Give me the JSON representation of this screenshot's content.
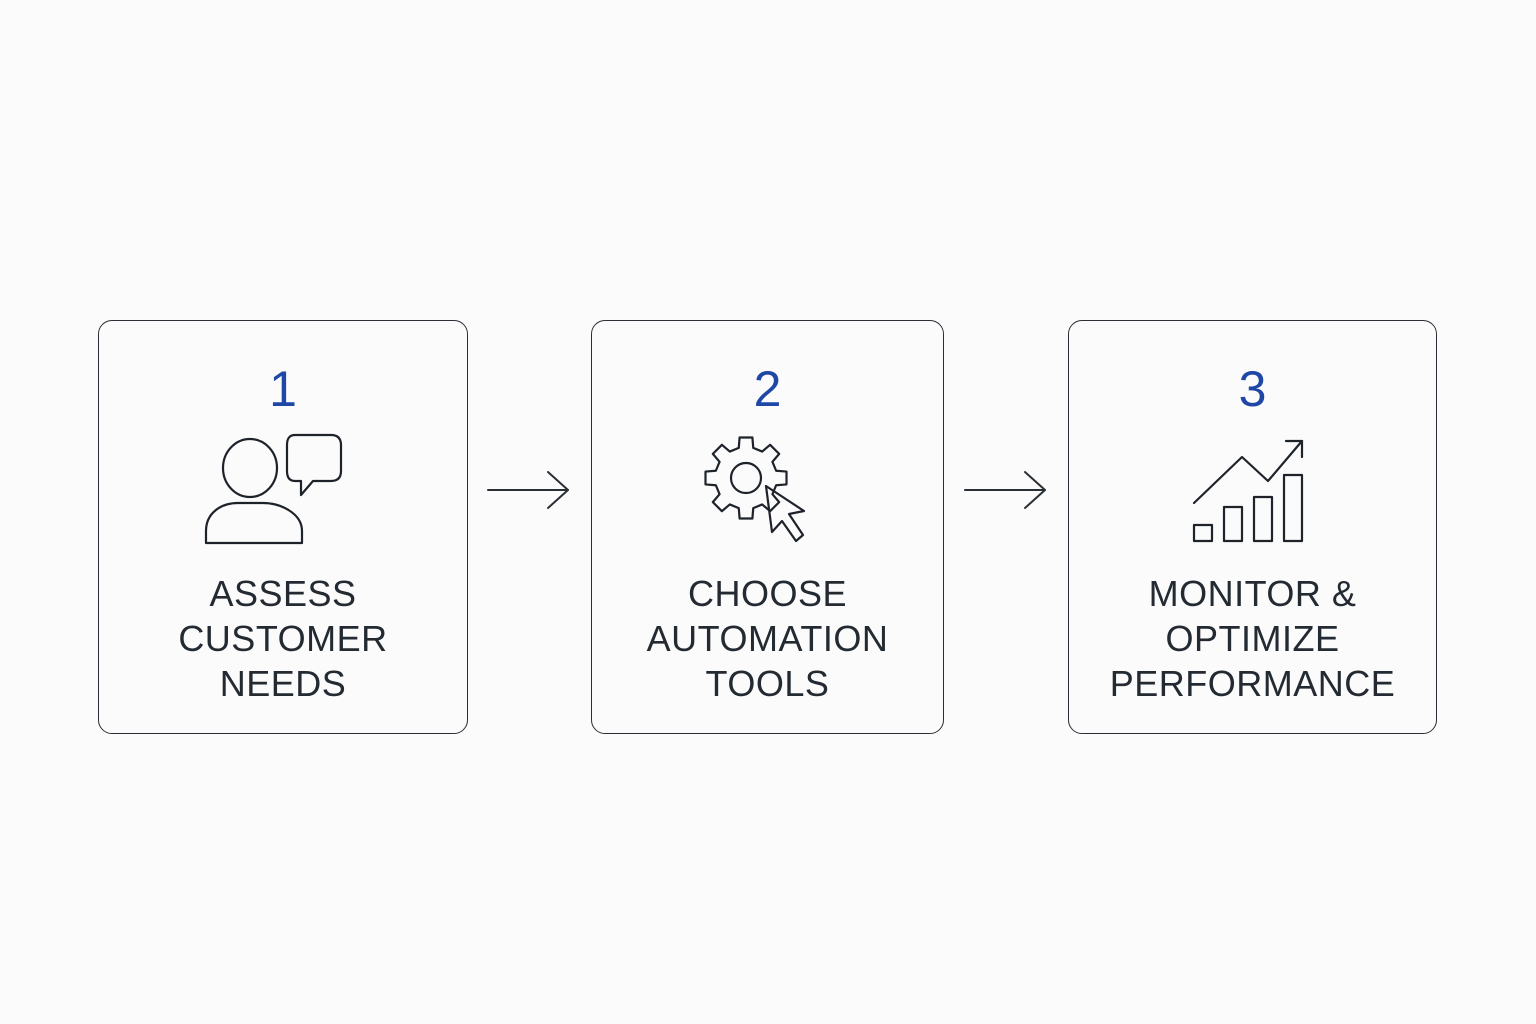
{
  "colors": {
    "accent": "#1f47a6",
    "text": "#232a31",
    "stroke": "#2a2f35",
    "background": "#fbfbfc"
  },
  "steps": [
    {
      "number": "1",
      "label_lines": [
        "ASSESS",
        "CUSTOMER",
        "NEEDS"
      ],
      "icon": "person-speech-bubble-icon"
    },
    {
      "number": "2",
      "label_lines": [
        "CHOOSE",
        "AUTOMATION",
        "TOOLS"
      ],
      "icon": "gear-cursor-icon"
    },
    {
      "number": "3",
      "label_lines": [
        "MONITOR &",
        "OPTIMIZE",
        "PERFORMANCE"
      ],
      "icon": "growth-bar-chart-icon"
    }
  ],
  "connectors": [
    {
      "from": "1",
      "to": "2",
      "icon": "arrow-right-icon"
    },
    {
      "from": "2",
      "to": "3",
      "icon": "arrow-right-icon"
    }
  ]
}
